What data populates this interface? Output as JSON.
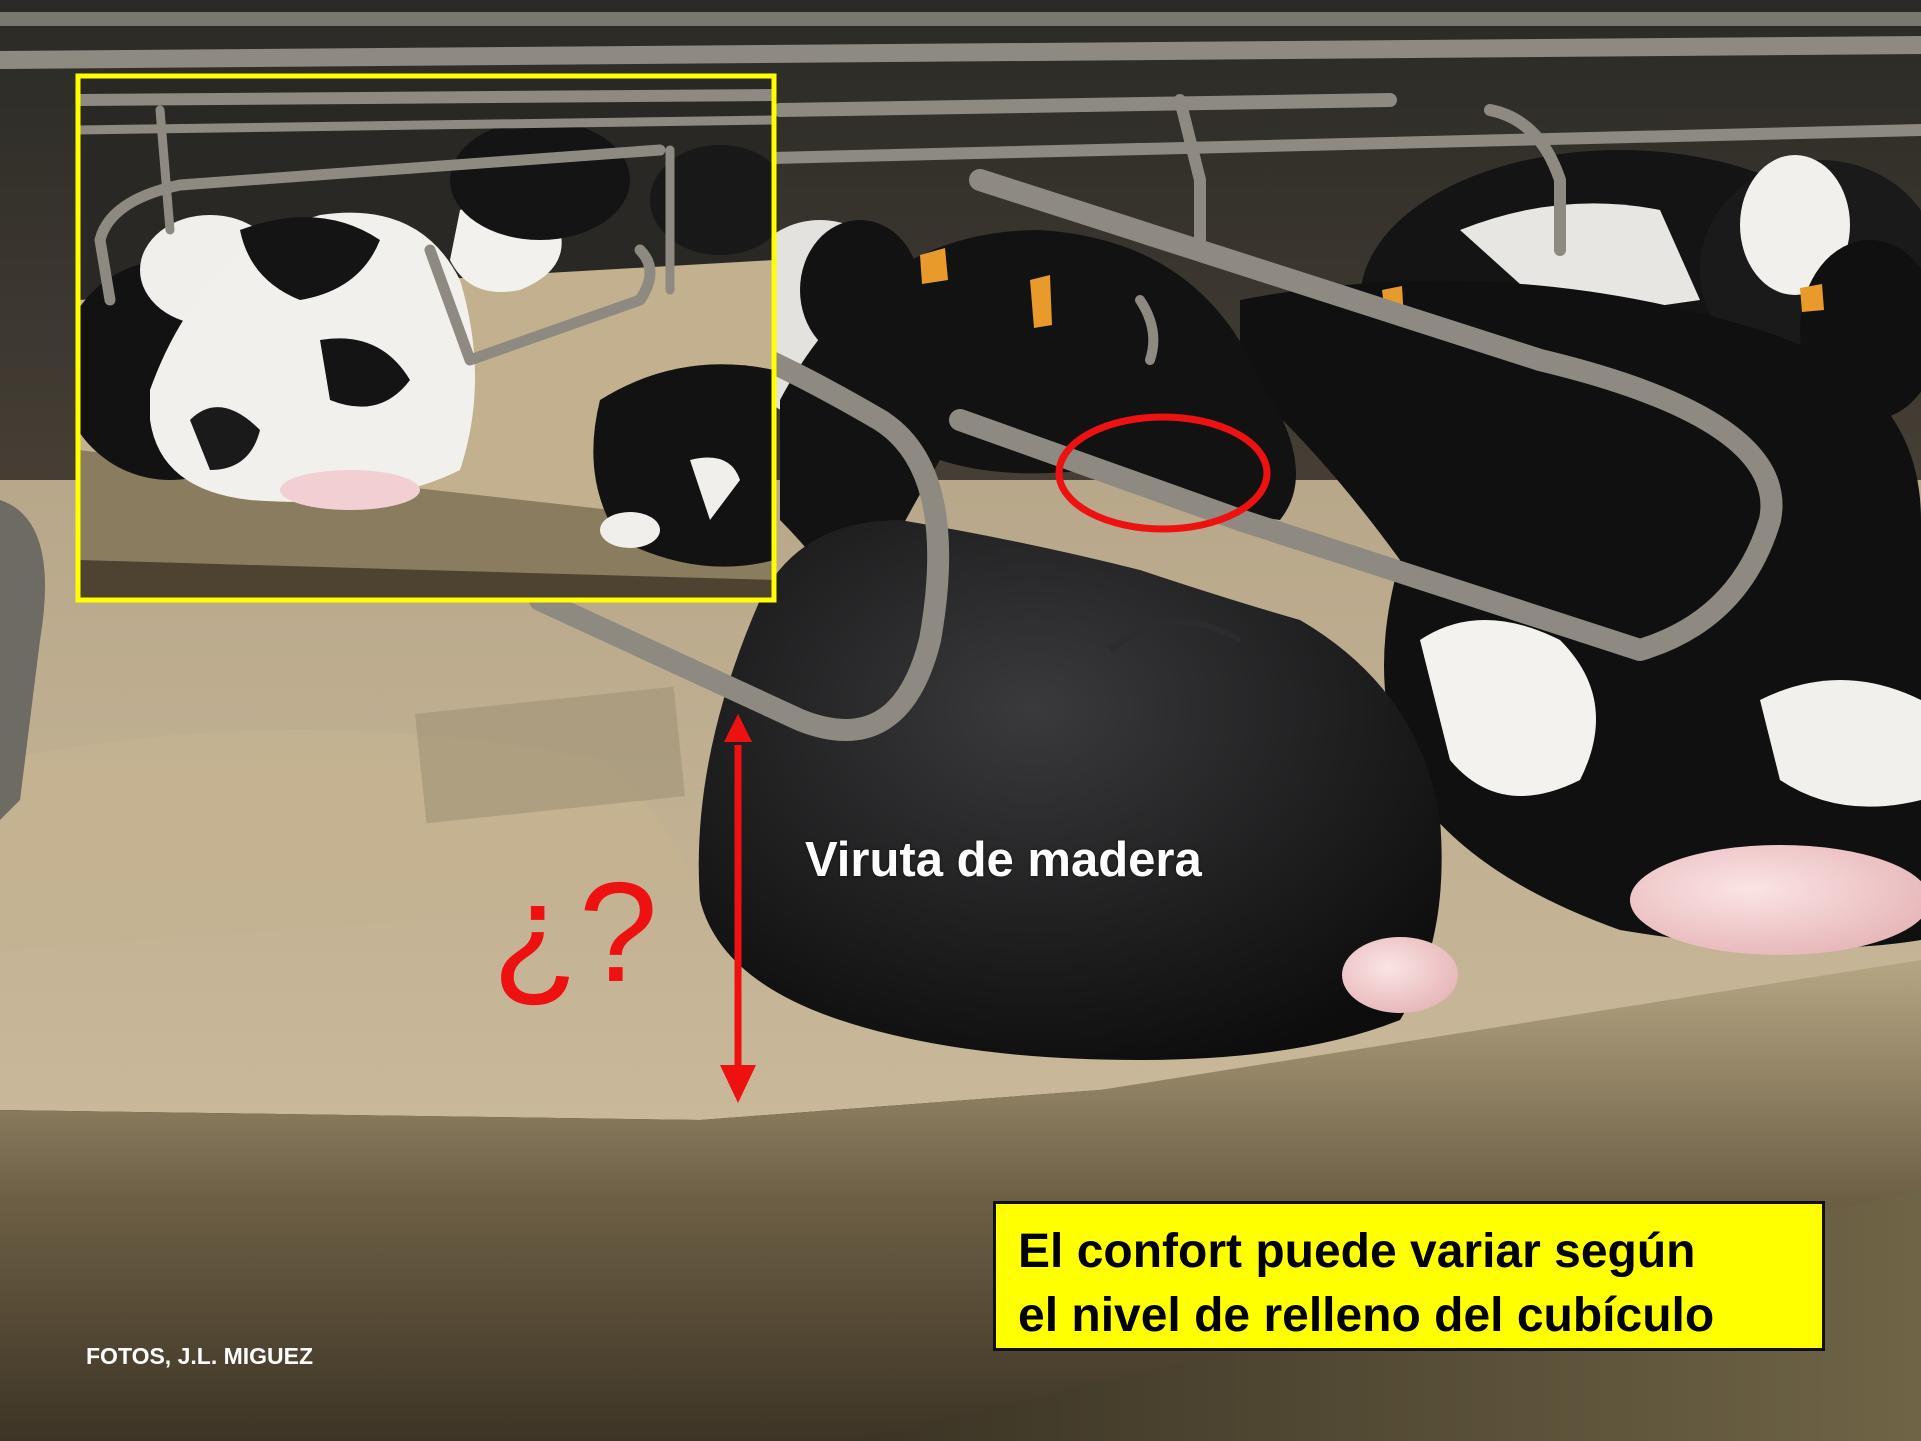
{
  "annotations": {
    "material_label": "Viruta de madera",
    "question_mark": "¿?"
  },
  "caption": {
    "line1": "El confort puede variar según",
    "line2": "el nivel de relleno del cubículo"
  },
  "credit": "FOTOS, J.L. MIGUEZ",
  "colors": {
    "caption_background": "#ffff00",
    "inset_border": "#ffff00",
    "annotation_red": "#ee1111",
    "label_white": "#ffffff"
  }
}
